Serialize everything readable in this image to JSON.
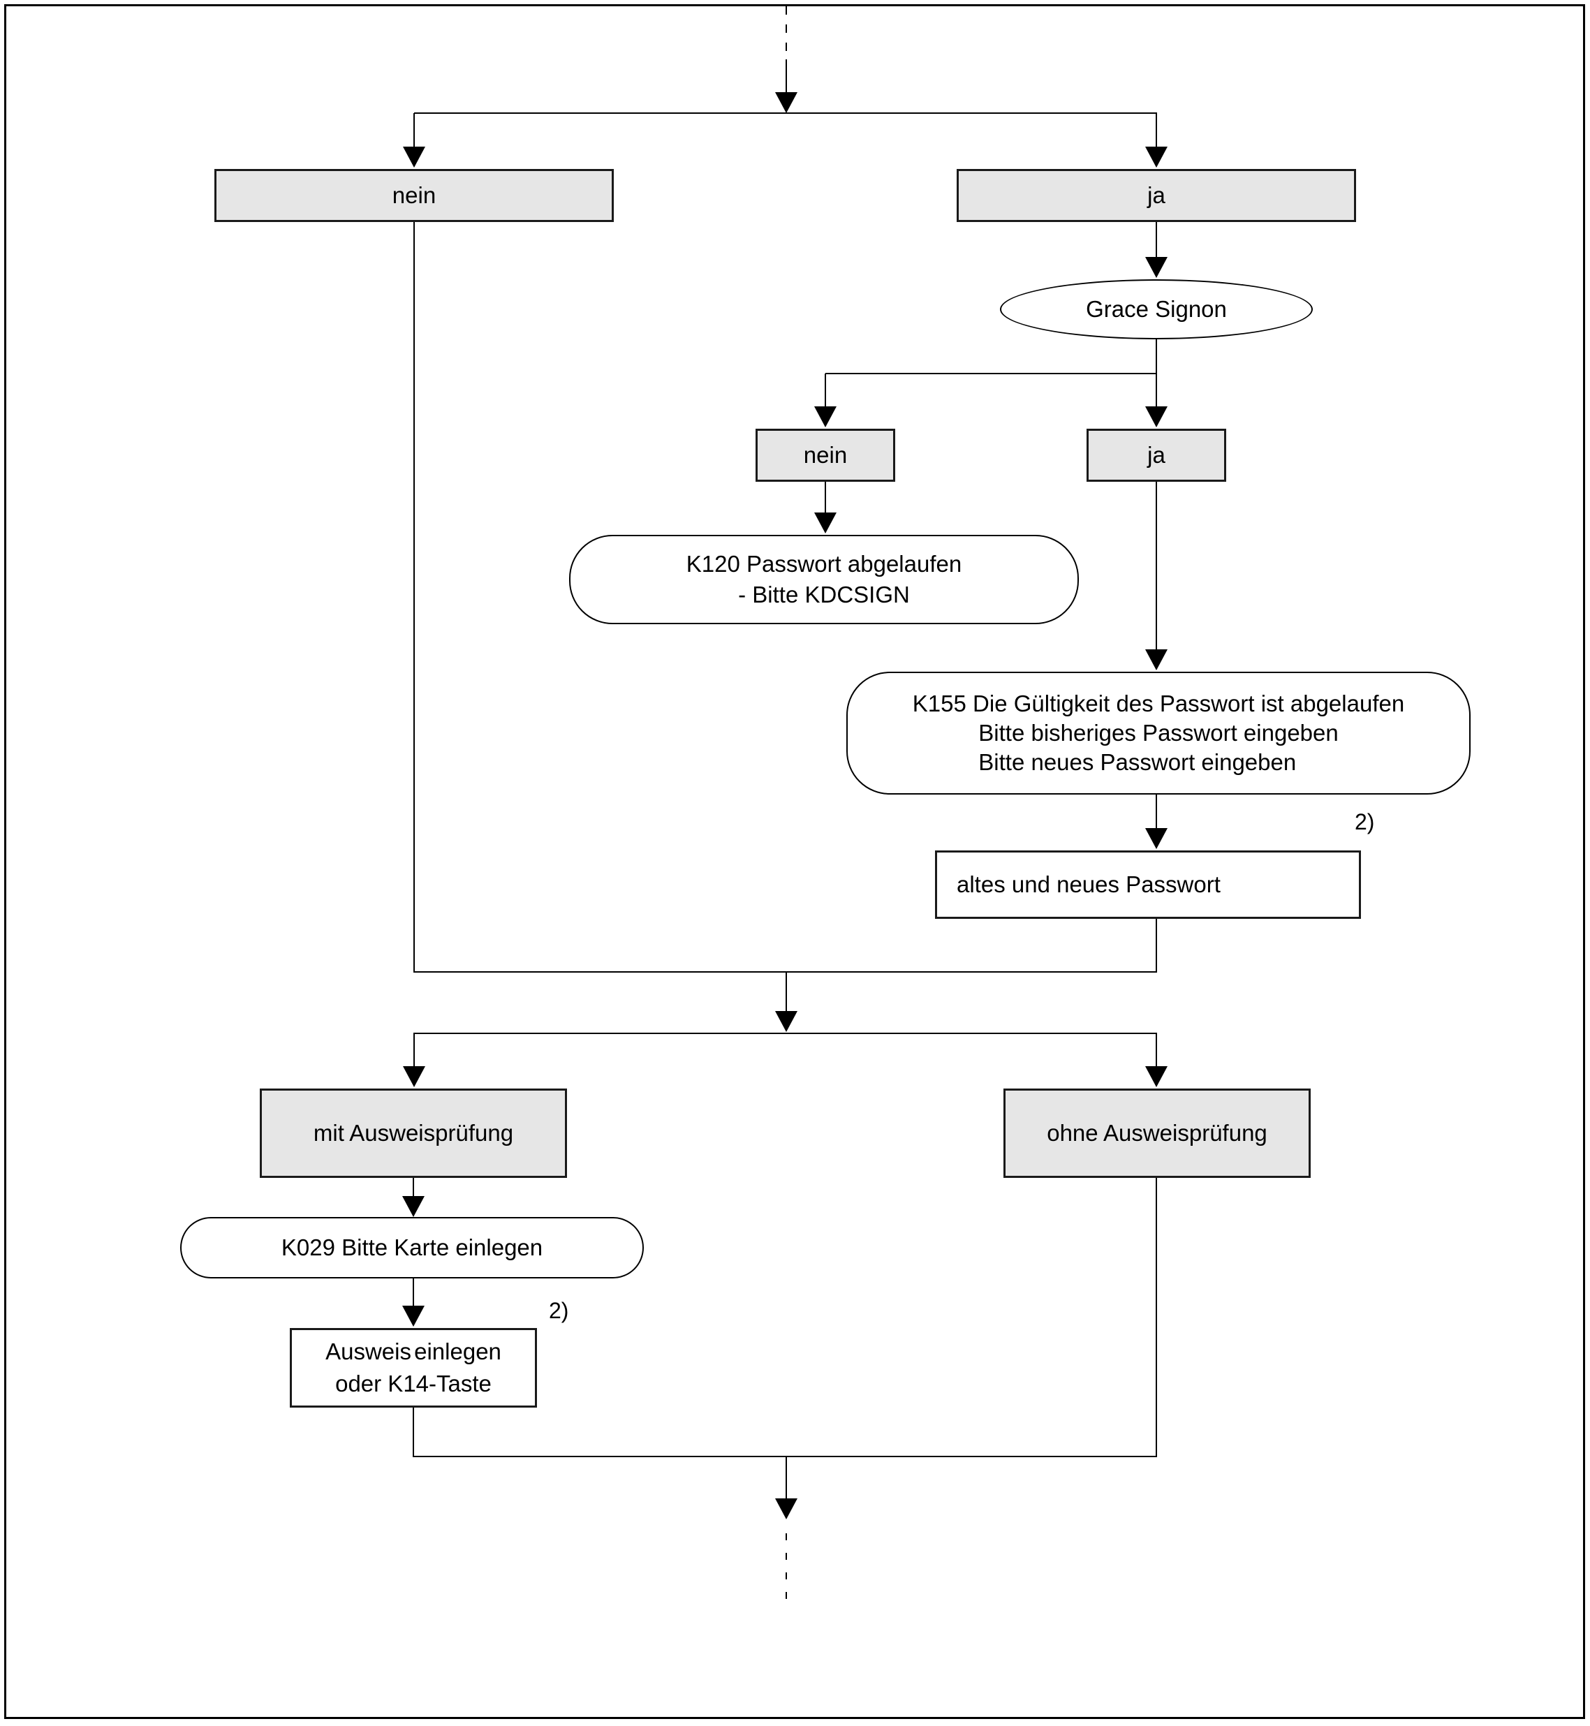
{
  "colors": {
    "box_fill": "#e6e6e6",
    "box_border": "#1a1a1a",
    "line_color": "#000000",
    "background": "#ffffff"
  },
  "nodes": {
    "branch1": {
      "no_label": "nein",
      "yes_label": "ja"
    },
    "signon": {
      "label": "Grace Signon"
    },
    "branch2": {
      "no_label": "nein",
      "yes_label": "ja"
    },
    "k120": {
      "line1": "K120 Passwort abgelaufen",
      "line2": "- Bitte KDCSIGN"
    },
    "k155": {
      "line1": "K155 Die Gültigkeit des Passwort ist abgelaufen",
      "line2": "Bitte bisheriges Passwort eingeben",
      "line3": "Bitte neues Passwort eingeben"
    },
    "password_entry": {
      "label": "altes und neues Passwort",
      "footnote": "2)"
    },
    "branch3": {
      "with_label": "mit Ausweisprüfung",
      "without_label": "ohne Ausweisprüfung"
    },
    "k029": {
      "label": "K029 Bitte Karte einlegen"
    },
    "card_entry": {
      "line1": "Ausweis einlegen",
      "line2": "oder K14-Taste",
      "footnote": "2)"
    }
  }
}
